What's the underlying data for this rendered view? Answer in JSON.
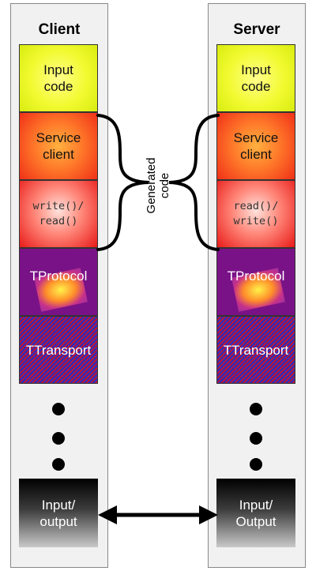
{
  "client": {
    "title": "Client",
    "layers": {
      "input_code": "Input\ncode",
      "service_client": "Service\nclient",
      "rw": "write()/\nread()",
      "tprotocol": "TProtocol",
      "ttransport": "TTransport",
      "io": "Input/\noutput"
    }
  },
  "server": {
    "title": "Server",
    "layers": {
      "input_code": "Input\ncode",
      "service_client": "Service\nclient",
      "rw": "read()/\nwrite()",
      "tprotocol": "TProtocol",
      "ttransport": "TTransport",
      "io": "Input/\nOutput"
    }
  },
  "generated_code_label": "Generated code"
}
